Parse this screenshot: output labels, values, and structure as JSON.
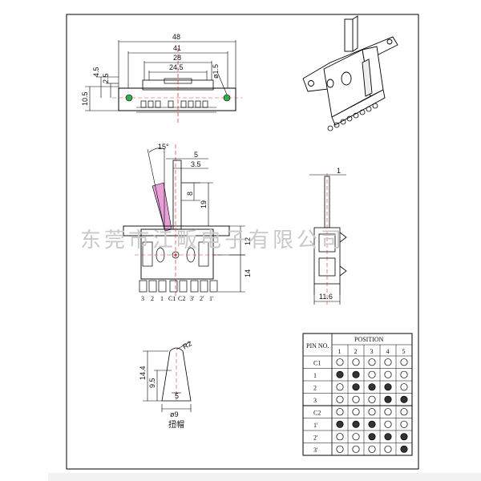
{
  "watermark": "东莞市江畈电子有限公司",
  "top_view": {
    "dims": {
      "w48": "48",
      "w41": "41",
      "w28": "28",
      "w24_5": "24.5",
      "dia": "ø1.5",
      "h4_5": "4.5",
      "h2_5": "2.5",
      "h10_5": "10.5"
    }
  },
  "front_view": {
    "dims": {
      "angle": "15°",
      "d5": "5",
      "d3_5": "3.5",
      "d8": "8",
      "d19": "19",
      "d12": "12",
      "d14": "14"
    },
    "pin_labels": [
      "3",
      "2",
      "1",
      "C1",
      "C2",
      "3'",
      "2'",
      "1'"
    ]
  },
  "side_view": {
    "dims": {
      "d1": "1",
      "d11_6": "11.6"
    }
  },
  "knob": {
    "dims": {
      "r2": "R2",
      "d14_4": "14.4",
      "d9_5": "9.5",
      "d5": "5",
      "dia9": "ø9"
    },
    "caption": "扭帽"
  },
  "table": {
    "header_pin": "PIN NO.",
    "header_position": "POSITION",
    "positions": [
      "1",
      "2",
      "3",
      "4",
      "5"
    ],
    "rows": [
      {
        "pin": "C1",
        "states": [
          0,
          0,
          0,
          0,
          0
        ]
      },
      {
        "pin": "1",
        "states": [
          1,
          1,
          0,
          0,
          0
        ]
      },
      {
        "pin": "2",
        "states": [
          0,
          1,
          1,
          1,
          0
        ]
      },
      {
        "pin": "3",
        "states": [
          0,
          0,
          0,
          1,
          1
        ]
      },
      {
        "pin": "C2",
        "states": [
          0,
          0,
          0,
          0,
          0
        ]
      },
      {
        "pin": "1'",
        "states": [
          1,
          1,
          1,
          0,
          0
        ]
      },
      {
        "pin": "2'",
        "states": [
          0,
          0,
          1,
          1,
          1
        ]
      },
      {
        "pin": "3'",
        "states": [
          0,
          0,
          0,
          0,
          1
        ]
      }
    ]
  }
}
